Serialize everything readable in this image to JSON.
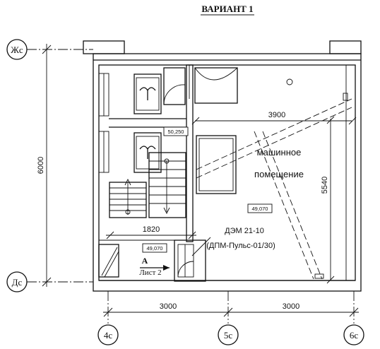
{
  "title": "ВАРИАНТ 1",
  "axes": {
    "zhs": "Жс",
    "ds": "Дс",
    "a4": "4с",
    "a5": "5с",
    "a6": "6с"
  },
  "dimensions": {
    "height_total": "6000",
    "width_1": "3000",
    "width_2": "3000",
    "room_width": "3900",
    "room_depth": "5540",
    "stair_width": "1820"
  },
  "levels": {
    "upper_landing": "50,250",
    "room_floor": "49,070",
    "entry_floor": "49,070"
  },
  "room": {
    "line1": "машинное",
    "line2": "помещение"
  },
  "equipment": {
    "line1": "ДЭМ 21-10",
    "line2": "(ДПМ-Пульс-01/30)"
  },
  "section": {
    "letter": "А",
    "sheet": "Лист 2"
  },
  "colors": {
    "ink": "#111111",
    "paper": "#ffffff"
  }
}
